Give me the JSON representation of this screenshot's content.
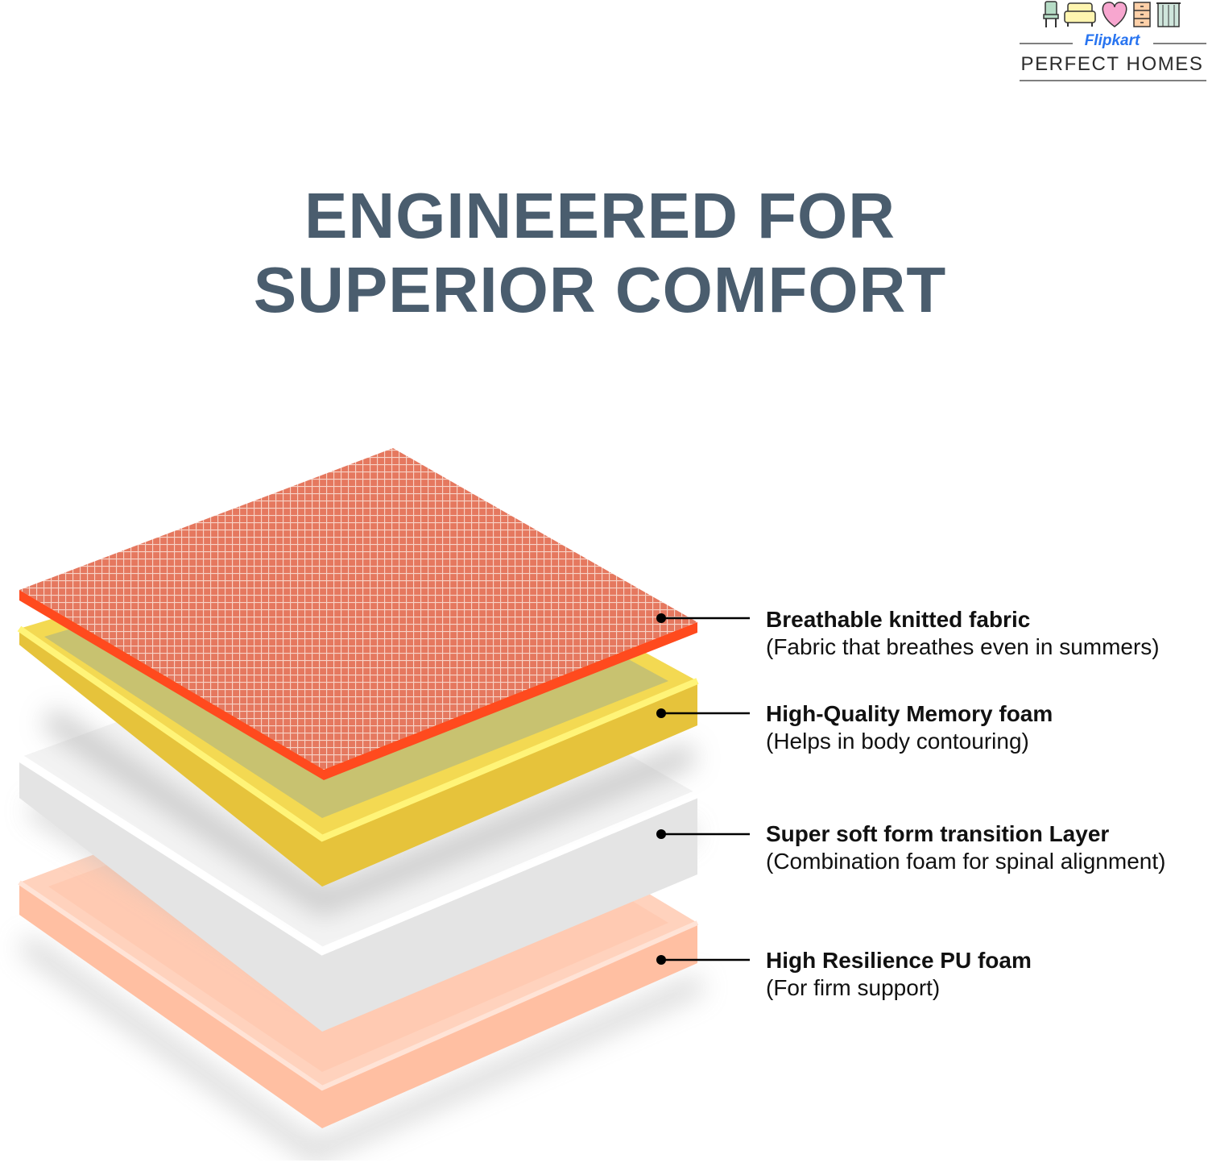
{
  "logo": {
    "brand": "Flipkart",
    "subtitle": "PERFECT HOMES",
    "icons": [
      "chair-icon",
      "sofa-icon",
      "heart-icon",
      "cabinet-icon",
      "curtain-icon"
    ]
  },
  "headline": {
    "line1": "ENGINEERED FOR",
    "line2": "SUPERIOR COMFORT"
  },
  "layers": [
    {
      "title": "Breathable knitted fabric",
      "desc": "(Fabric that breathes even in summers)"
    },
    {
      "title": "High-Quality Memory foam",
      "desc": "(Helps in body contouring)"
    },
    {
      "title": "Super soft form transition Layer",
      "desc": "(Combination foam for spinal alignment)"
    },
    {
      "title": "High Resilience PU foam",
      "desc": "(For firm support)"
    }
  ],
  "colors": {
    "headline": "#4a5d6e",
    "fabric": "#e2735a",
    "fabric_edge": "#ff4a1e",
    "memory_foam": "#f2d23c",
    "transition": "#e0e0e0",
    "pu_foam": "#ffc0a4"
  }
}
